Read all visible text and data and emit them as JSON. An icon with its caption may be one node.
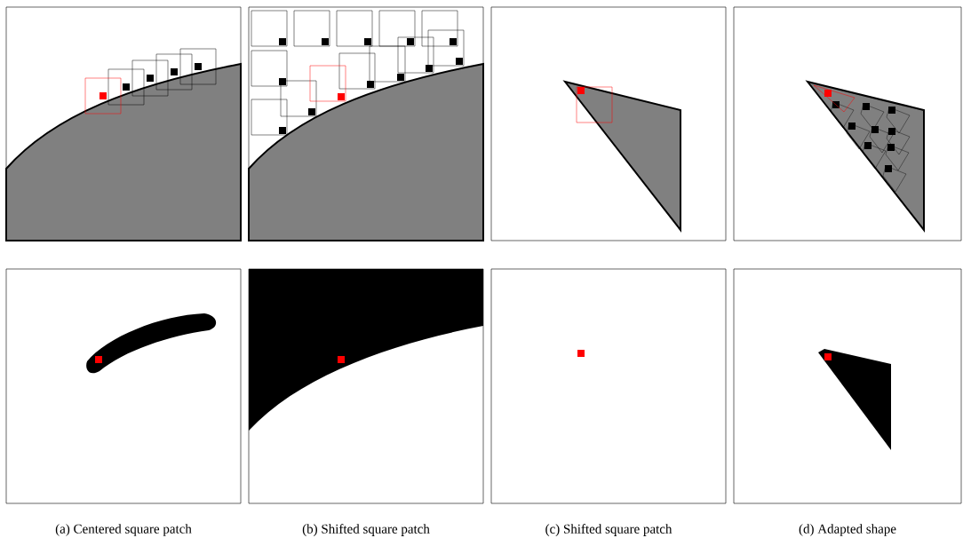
{
  "diagram": {
    "labels": [
      "(a) Centered square patch",
      "(b) Shifted square patch",
      "(c) Shifted square patch",
      "(d) Adapted shape"
    ]
  }
}
